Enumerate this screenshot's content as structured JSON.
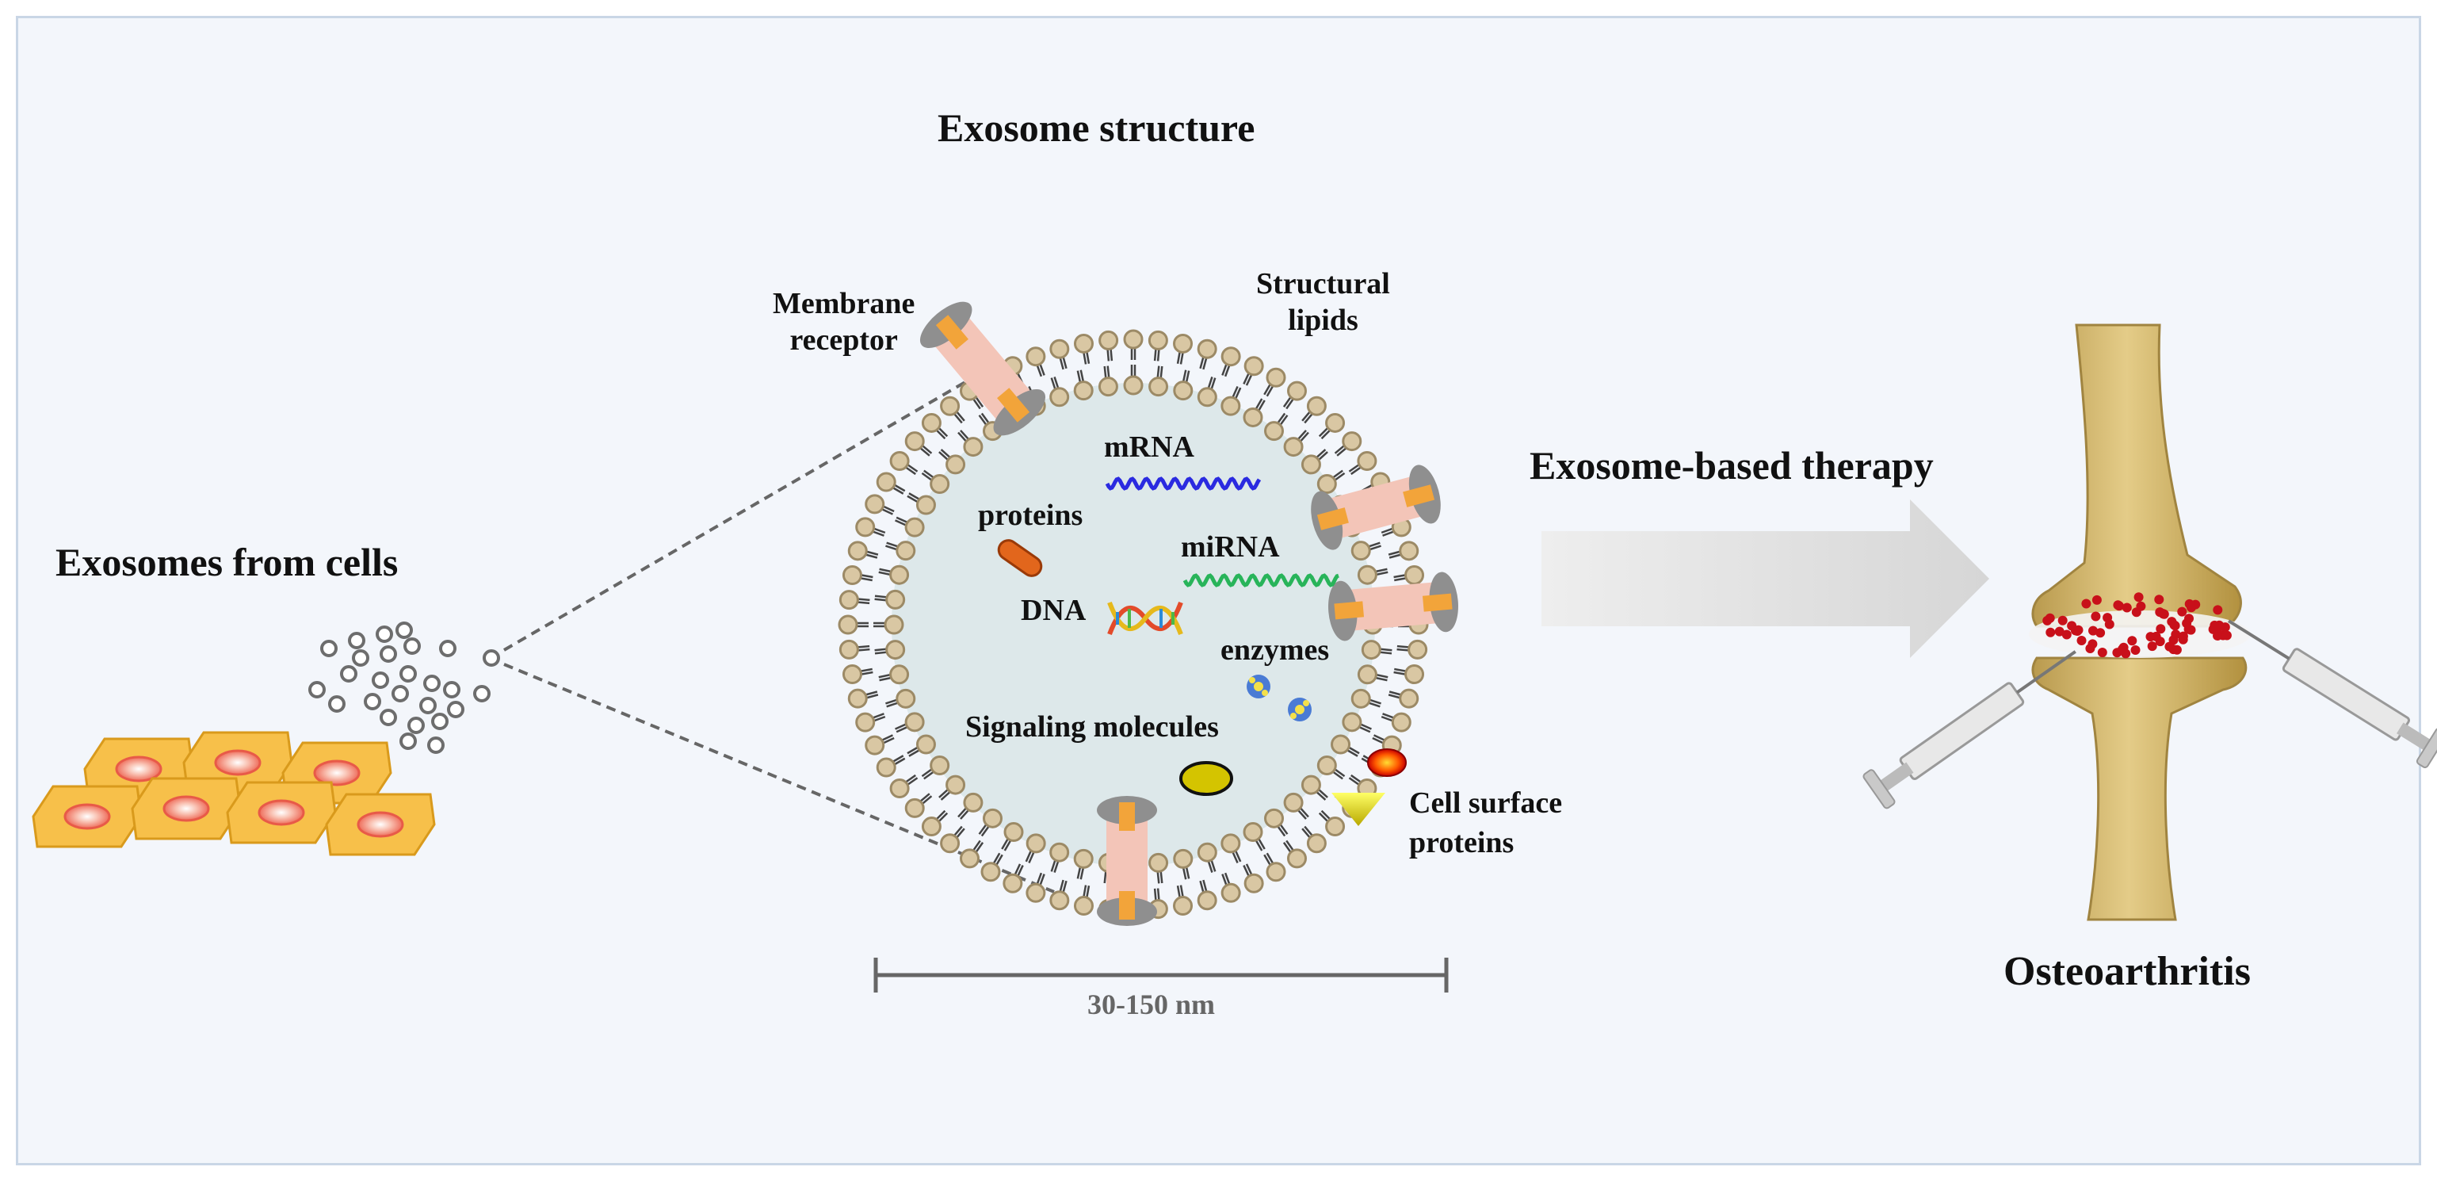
{
  "labels": {
    "exosome_structure": "Exosome structure",
    "exosomes_from_cells": "Exosomes from cells",
    "membrane_receptor_1": "Membrane",
    "membrane_receptor_2": "receptor",
    "structural_lipids_1": "Structural",
    "structural_lipids_2": "lipids",
    "mrna": "mRNA",
    "proteins": "proteins",
    "mirna": "miRNA",
    "dna": "DNA",
    "enzymes": "enzymes",
    "signaling_molecules": "Signaling molecules",
    "cell_surface_proteins_1": "Cell surface",
    "cell_surface_proteins_2": "proteins",
    "scale": "30-150 nm",
    "exosome_based_therapy": "Exosome-based therapy",
    "osteoarthritis": "Osteoarthritis"
  },
  "colors": {
    "background": "#f3f6fb",
    "frame_border": "#c9d6e6",
    "cell_fill": "#f7c04a",
    "cell_nucleus": "#f27b6a",
    "lipid_head": "#d9c7a3",
    "lipid_stroke": "#9c8a66",
    "exosome_interior": "#dde8ea",
    "receptor_grey": "#8f8f8f",
    "receptor_orange": "#f2a43a",
    "mrna": "#2a2ae0",
    "mirna": "#28b45a",
    "bone": "#d9be76",
    "injection_dots": "#c8101a"
  }
}
